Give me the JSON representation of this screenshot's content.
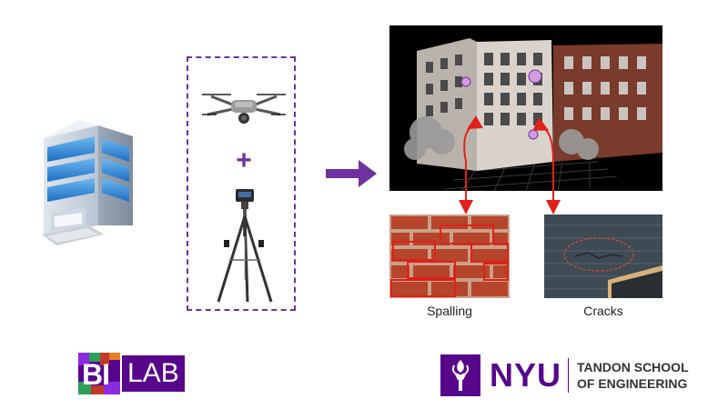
{
  "captions": {
    "spalling": "Spalling",
    "cracks": "Cracks"
  },
  "symbols": {
    "plus": "+"
  },
  "logos": {
    "bilab": {
      "part1": "BI",
      "part2": "LAB"
    },
    "nyu": {
      "word": "NYU",
      "line1": "TANDON SCHOOL",
      "line2": "OF ENGINEERING"
    }
  },
  "colors": {
    "accent_purple": "#7030a0",
    "nyu_purple": "#57068c",
    "defect_red": "#e0201b"
  },
  "icons": [
    "building-icon",
    "drone-icon",
    "tripod-scanner-icon",
    "torch-icon"
  ]
}
